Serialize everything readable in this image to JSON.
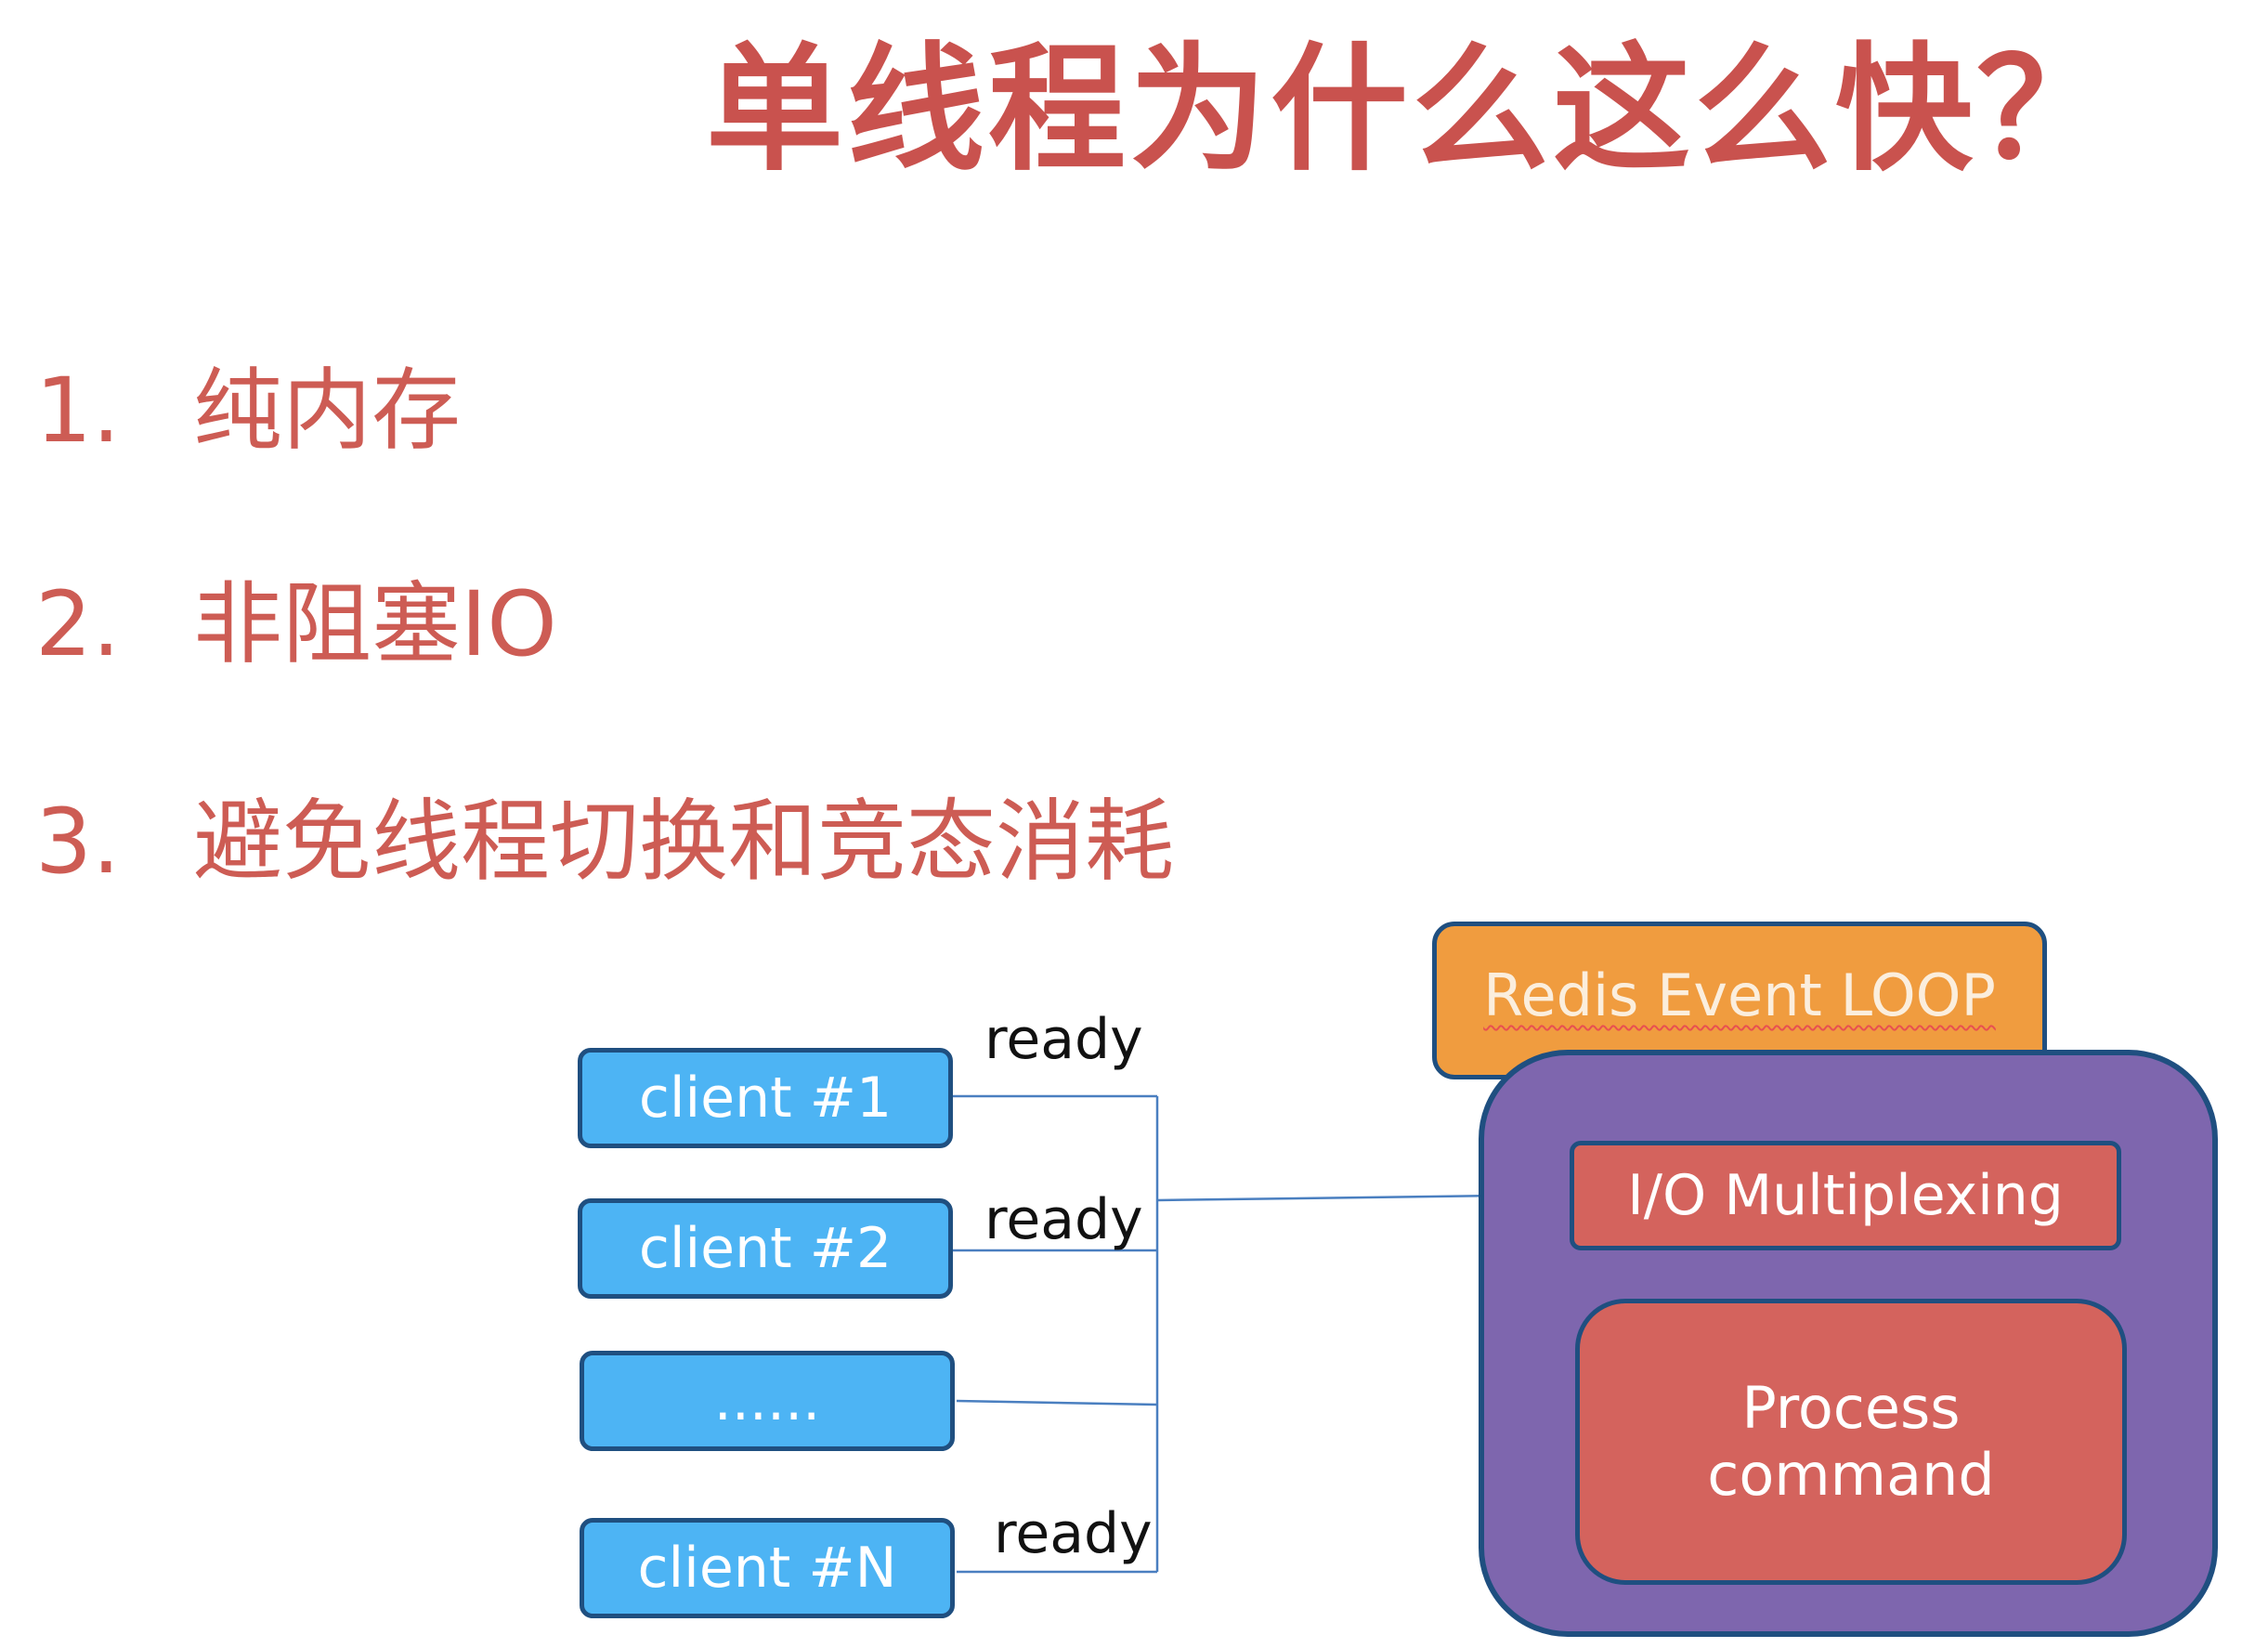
{
  "title": "单线程为什么这么快？",
  "points": [
    {
      "number": "1.",
      "text": "纯内存"
    },
    {
      "number": "2.",
      "text": "非阻塞IO"
    },
    {
      "number": "3.",
      "text": "避免线程切换和竞态消耗"
    }
  ],
  "diagram": {
    "clients": [
      "client #1",
      "client #2",
      "......",
      "client #N"
    ],
    "ready_label": "ready",
    "event_loop": "Redis Event LOOP",
    "io_multiplexing": "I/O Multiplexing",
    "process_command": "Process command"
  },
  "colors": {
    "title": "#c9524e",
    "client_fill": "#4db4f4",
    "event_loop_fill": "#f09c3f",
    "redis_box_fill": "#7e66ae",
    "inner_box_fill": "#d4635d",
    "line": "#4a7fc0"
  }
}
